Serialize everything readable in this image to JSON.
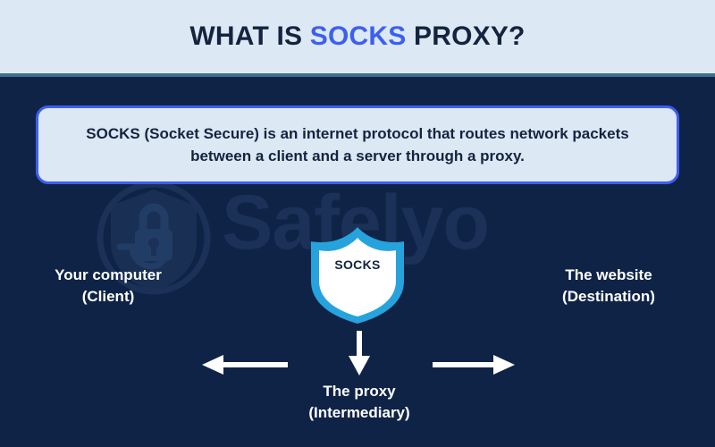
{
  "header": {
    "title_part1": "WHAT IS ",
    "title_accent": "SOCKS",
    "title_part2": " PROXY?"
  },
  "description": {
    "text": "SOCKS (Socket Secure) is an internet protocol that routes network packets between a client and a server through a proxy."
  },
  "diagram": {
    "center": {
      "label": "SOCKS",
      "icon": "shield-icon"
    },
    "nodes": [
      {
        "id": "client",
        "line1": "Your computer",
        "line2": "(Client)",
        "arrow": "arrow-left-icon"
      },
      {
        "id": "destination",
        "line1": "The website",
        "line2": "(Destination)",
        "arrow": "arrow-right-icon"
      },
      {
        "id": "proxy",
        "line1": "The proxy",
        "line2": "(Intermediary)",
        "arrow": "arrow-down-icon"
      }
    ]
  },
  "watermark": {
    "brand": "Safelyo",
    "logo": "shield-lock-icon"
  },
  "colors": {
    "header_bg": "#dce9f5",
    "header_rule": "#3f6f90",
    "body_bg": "#0f2347",
    "title_text": "#15233f",
    "title_accent": "#3d5ff0",
    "box_bg": "#dde8f5",
    "box_border": "#3d5ff0",
    "shield_border": "#26a3dd",
    "shield_fill": "#ffffff",
    "arrow": "#ffffff",
    "label_text": "#ffffff",
    "watermark": "#1b3157"
  }
}
